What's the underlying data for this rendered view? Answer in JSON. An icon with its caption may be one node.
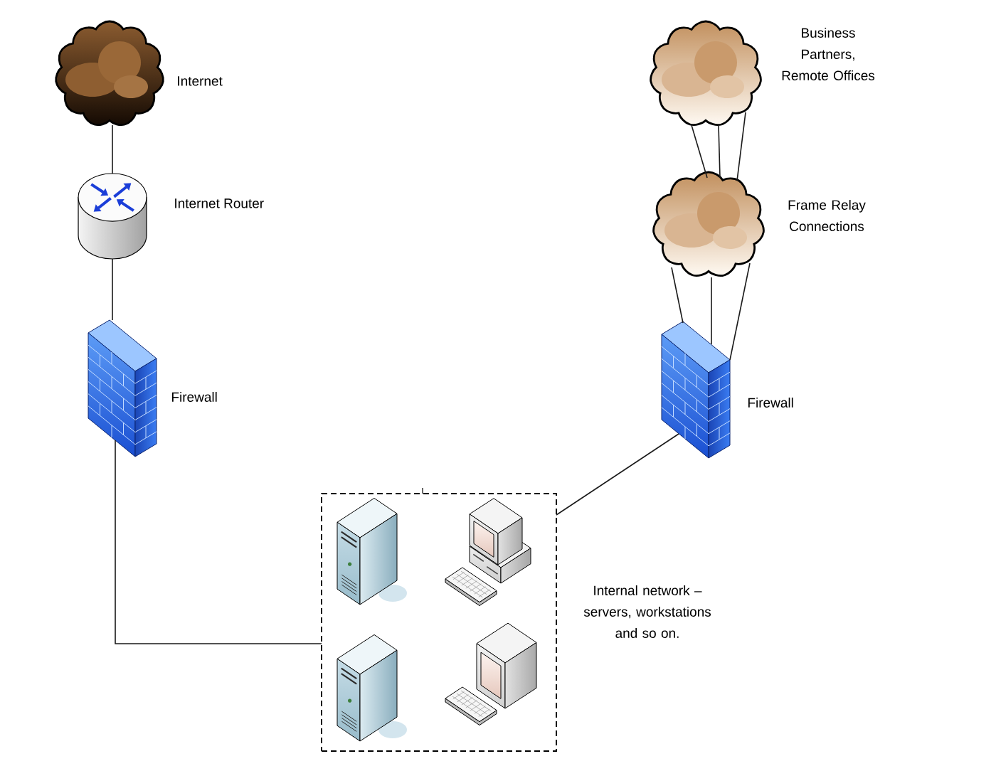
{
  "diagram": {
    "nodes": [
      {
        "text": [],
        "shape": "cloud",
        "beside": [
          "Internet"
        ]
      },
      {
        "text": [],
        "shape": "cylinder",
        "beside": [
          "Internet Router"
        ]
      },
      {
        "text": [],
        "shape": "picture",
        "beside": [
          "Firewall"
        ]
      },
      {
        "text": [],
        "shape": "cloud",
        "beside": [
          "Business Partners, Remote Offices"
        ]
      },
      {
        "text": [],
        "shape": "cloud",
        "beside": [
          "Frame Relay Connections"
        ]
      },
      {
        "text": [],
        "shape": "picture",
        "beside": [
          "Firewall"
        ]
      },
      {
        "text": [],
        "shape": "box",
        "beside": [
          "Internal network – servers, workstations and so on."
        ]
      },
      {
        "text": [],
        "shape": "picture",
        "in": 6
      },
      {
        "text": [],
        "shape": "picture",
        "in": 6
      },
      {
        "text": [],
        "shape": "picture",
        "in": 6
      },
      {
        "text": [],
        "shape": "picture",
        "in": 6
      }
    ],
    "edges": [
      {
        "from": 0,
        "to": 1,
        "arrow": "none"
      },
      {
        "from": 1,
        "to": 2,
        "arrow": "none"
      },
      {
        "from": 2,
        "to": 6,
        "arrow": "none"
      },
      {
        "from": 3,
        "to": 4,
        "arrow": "none"
      },
      {
        "from": 3,
        "to": 4,
        "arrow": "none"
      },
      {
        "from": 3,
        "to": 4,
        "arrow": "none"
      },
      {
        "from": 4,
        "to": 5,
        "arrow": "none"
      },
      {
        "from": 4,
        "to": 5,
        "arrow": "none"
      },
      {
        "from": 4,
        "to": 5,
        "arrow": "none"
      },
      {
        "from": 5,
        "to": 6,
        "arrow": "none"
      }
    ]
  }
}
